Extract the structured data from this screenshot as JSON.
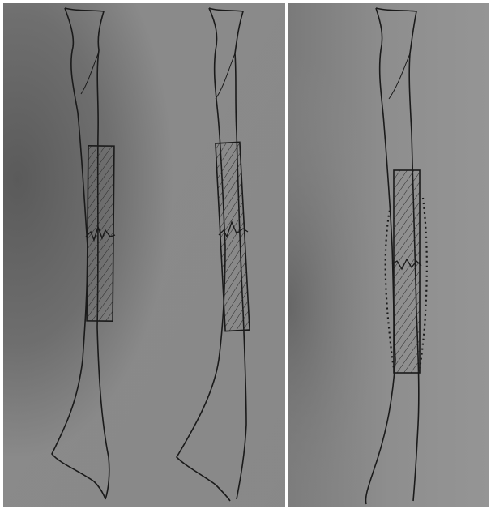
{
  "collage": {
    "panels": [
      {
        "id": "left",
        "drawings": [
          "bone-sketch-1",
          "bone-sketch-2"
        ]
      },
      {
        "id": "right",
        "drawings": [
          "bone-sketch-3"
        ]
      }
    ]
  },
  "colors": {
    "paper_left_light": "#8e8e8e",
    "paper_left_dark": "#585858",
    "paper_right_light": "#9a9a9a",
    "paper_right_dark": "#666666",
    "ink": "#1a1a1a",
    "divider": "#ffffff"
  }
}
